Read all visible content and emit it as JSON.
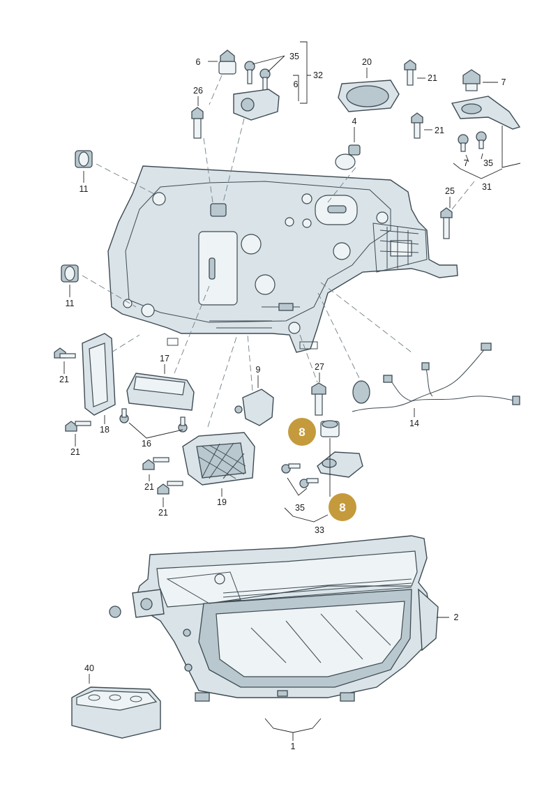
{
  "labels": {
    "l6a": "6",
    "l35a": "35",
    "l32": "32",
    "l6b": "6",
    "l26": "26",
    "l20": "20",
    "l21a": "21",
    "l7a": "7",
    "l4": "4",
    "l21b": "21",
    "l7b": "7",
    "l35b": "35",
    "l31": "31",
    "l11a": "11",
    "l25": "25",
    "l11b": "11",
    "l17": "17",
    "l27": "27",
    "l9": "9",
    "l21c": "21",
    "l18": "18",
    "l16": "16",
    "l14": "14",
    "l21d": "21",
    "l21e": "21",
    "l21f": "21",
    "l19": "19",
    "l35c": "35",
    "l33": "33",
    "l2": "2",
    "l40": "40",
    "l1": "1"
  },
  "badges": {
    "b1": "8",
    "b2": "8"
  },
  "colors": {
    "badge": "#c49a3c",
    "part_fill": "#d9e3e8",
    "outline": "#3d4a52"
  }
}
